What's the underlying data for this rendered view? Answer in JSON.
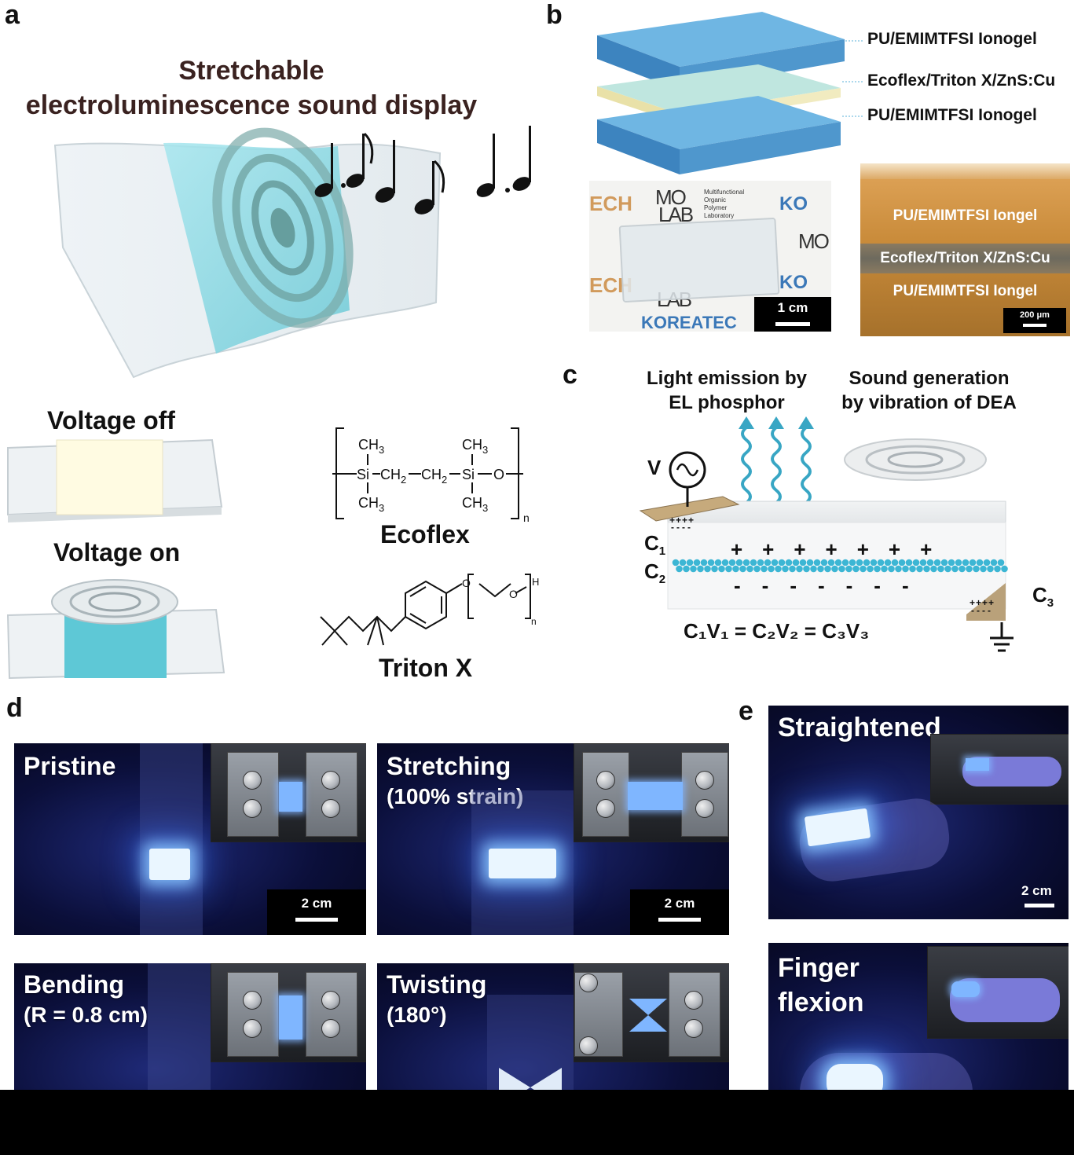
{
  "panels": {
    "a": "a",
    "b": "b",
    "c": "c",
    "d": "d",
    "e": "e"
  },
  "a": {
    "title_line1": "Stretchable",
    "title_line2": "electroluminescence sound display",
    "voltage_off": "Voltage off",
    "voltage_on": "Voltage on",
    "ecoflex": "Ecoflex",
    "triton": "Triton X",
    "chem": {
      "ch3": "CH",
      "sub3": "3",
      "si": "Si",
      "ch2": "CH",
      "sub2": "2",
      "o": "O",
      "n": "n",
      "h": "H"
    }
  },
  "b": {
    "layer_top": "PU/EMIMTFSI Ionogel",
    "layer_mid": "Ecoflex/Triton X/ZnS:Cu",
    "layer_bot": "PU/EMIMTFSI Ionogel",
    "photo_scale": "1 cm",
    "photo_logo_tech": "ECH",
    "photo_logo_mo": "MO",
    "photo_logo_lab": "LAB",
    "photo_lab_text1": "Multifunctional",
    "photo_lab_text2": "Organic",
    "photo_lab_text3": "Polymer",
    "photo_lab_text4": "Laboratory",
    "photo_korea": "KOREATEC",
    "photo_ko": "KO",
    "cross_top": "PU/EMIMTFSI Iongel",
    "cross_mid": "Ecoflex/Triton X/ZnS:Cu",
    "cross_bot": "PU/EMIMTFSI Iongel",
    "cross_scale": "200 μm"
  },
  "c": {
    "light_line1": "Light emission by",
    "light_line2": "EL phosphor",
    "sound_line1": "Sound generation",
    "sound_line2": "by vibration of DEA",
    "v": "V",
    "c1": "C",
    "c1_sub": "1",
    "c2": "C",
    "c2_sub": "2",
    "c3": "C",
    "c3_sub": "3",
    "plus4": "++++",
    "minus4": "----",
    "equation": "C₁V₁ = C₂V₂ = C₃V₃"
  },
  "d": {
    "pristine": "Pristine",
    "stretching": "Stretching",
    "stretching_sub": "(100% strain)",
    "bending": "Bending",
    "bending_sub": "(R = 0.8 cm)",
    "twisting": "Twisting",
    "twisting_sub": "(180°)",
    "scale": "2 cm"
  },
  "e": {
    "straightened": "Straightened",
    "finger_line1": "Finger",
    "finger_line2": "flexion",
    "scale": "2 cm"
  },
  "colors": {
    "ionogel_blue": "#5aa8db",
    "phosphor_cyan": "#2fb9cf",
    "voltage_off_fill": "#fffbe2",
    "voltage_on_fill": "#5ec8d6",
    "glow": "#8fc7ff",
    "cross_orange": "#c98b3a"
  }
}
